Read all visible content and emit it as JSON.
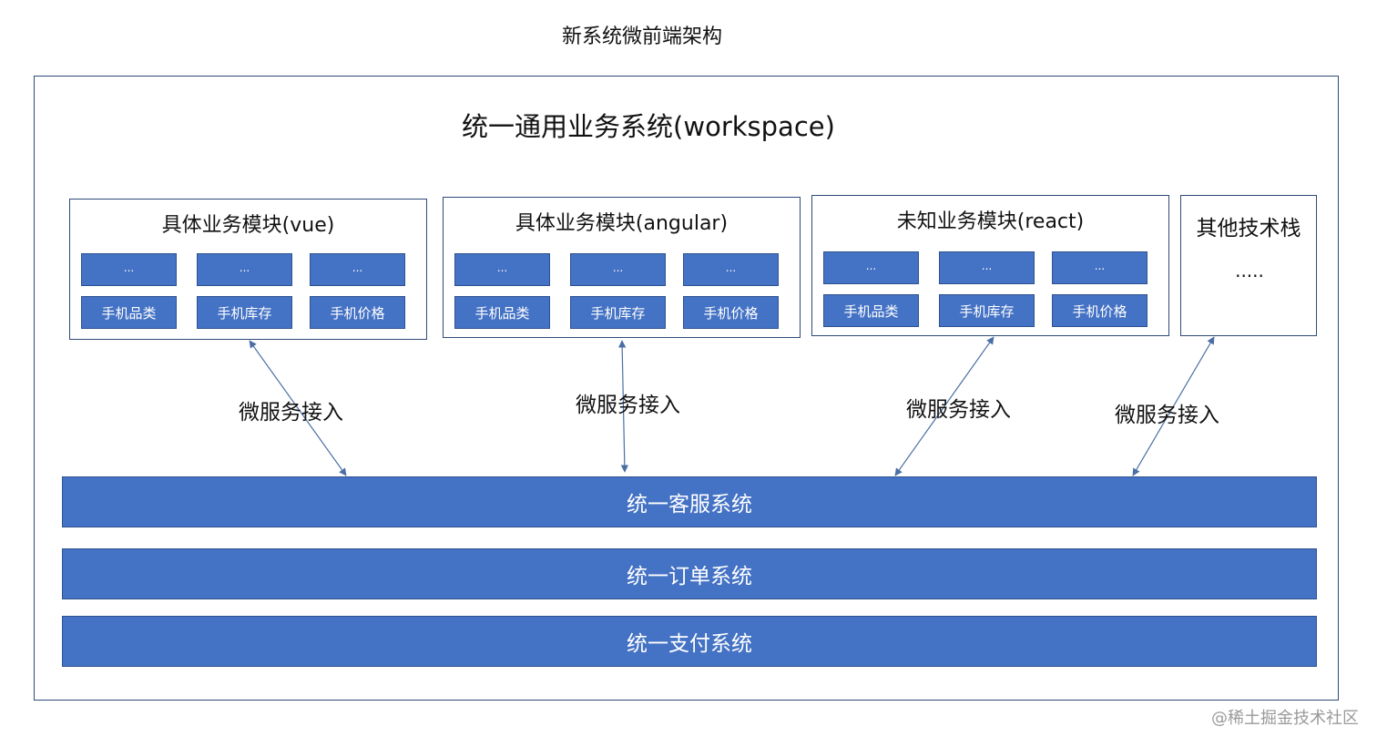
{
  "page_title": "新系统微前端架构",
  "workspace_title": "统一通用业务系统(workspace)",
  "modules": [
    {
      "title": "具体业务模块(vue)",
      "top_items": [
        "...",
        "...",
        "..."
      ],
      "bottom_items": [
        "手机品类",
        "手机库存",
        "手机价格"
      ]
    },
    {
      "title": "具体业务模块(angular)",
      "top_items": [
        "...",
        "...",
        "..."
      ],
      "bottom_items": [
        "手机品类",
        "手机库存",
        "手机价格"
      ]
    },
    {
      "title": "未知业务模块(react)",
      "top_items": [
        "...",
        "...",
        "..."
      ],
      "bottom_items": [
        "手机品类",
        "手机库存",
        "手机价格"
      ]
    }
  ],
  "other": {
    "title": "其他技术栈",
    "dots": "....."
  },
  "connection_label": "微服务接入",
  "bars": [
    "统一客服系统",
    "统一订单系统",
    "统一支付系统"
  ],
  "watermark": "@稀土掘金技术社区",
  "colors": {
    "box_fill": "#4472c4",
    "border": "#2f4a78",
    "arrow": "#4a6fa5"
  }
}
